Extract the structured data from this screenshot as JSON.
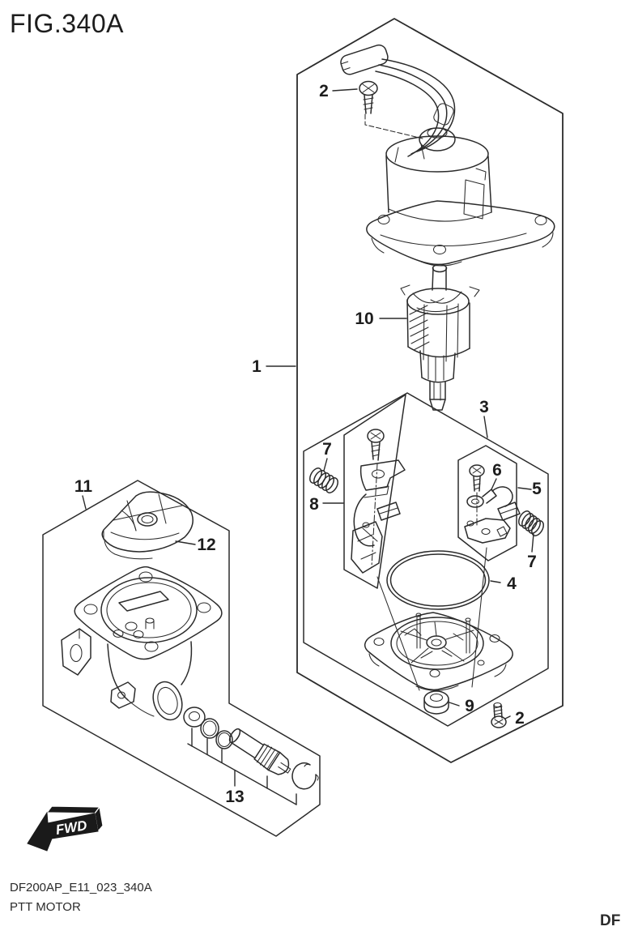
{
  "figure": {
    "title": "FIG.340A"
  },
  "callouts": {
    "part1": "1",
    "part2_top": "2",
    "part2_bottom": "2",
    "part3": "3",
    "part4": "4",
    "part5": "5",
    "part6": "6",
    "part7_left": "7",
    "part7_right": "7",
    "part8": "8",
    "part9": "9",
    "part10": "10",
    "part11": "11",
    "part12": "12",
    "part13": "13"
  },
  "direction_marker": {
    "label": "FWD"
  },
  "footer": {
    "code": "DF200AP_E11_023_340A",
    "name": "PTT MOTOR",
    "corner_text": "DF"
  },
  "colors": {
    "line": "#2b2b2b",
    "text": "#1d1d1d",
    "background": "#ffffff",
    "fwd_fill": "#1a1a1a",
    "fwd_text": "#ffffff"
  }
}
